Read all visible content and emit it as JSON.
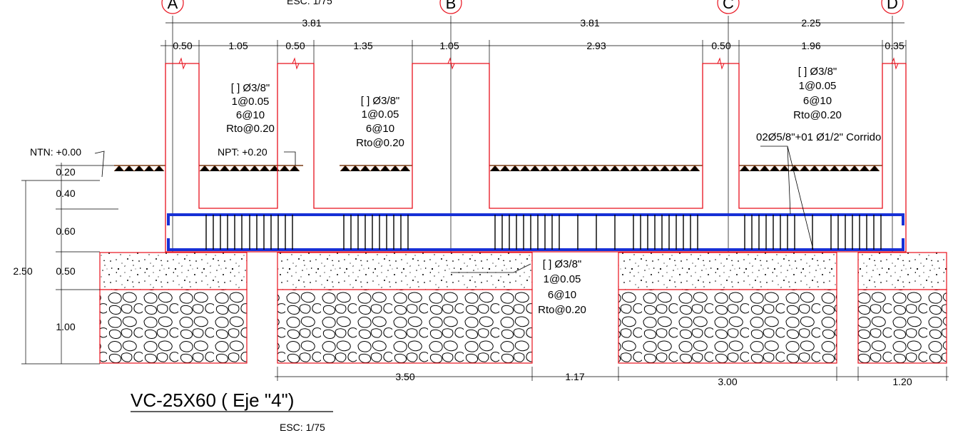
{
  "header": {
    "scale_top": "ESC: 1/75"
  },
  "axes": [
    "A",
    "B",
    "C",
    "D"
  ],
  "dims_top": [
    "3.81",
    "3.81",
    "2.25"
  ],
  "dims_second": [
    "0.50",
    "1.05",
    "0.50",
    "1.35",
    "1.05",
    "2.93",
    "0.50",
    "1.96",
    "0.35"
  ],
  "levels": {
    "ntn": "NTN: +0.00",
    "npt": "NPT: +0.20"
  },
  "left_dims": [
    "0.20",
    "0.40",
    "0.60",
    "0.50",
    "1.00"
  ],
  "total_height": "2.50",
  "stirrup_note": [
    "[ ] Ø3/8\"",
    "1@0.05",
    "6@10",
    "Rto@0.20"
  ],
  "long_rebar": "02Ø5/8\"+01 Ø1/2\" Corrido",
  "bottom_dims": [
    "3.50",
    "1.17",
    "3.00",
    "1.20"
  ],
  "title": "VC-25X60 ( Eje \"4\")",
  "scale_bottom": "ESC: 1/75",
  "colors": {
    "outline": "#e8101c",
    "beam": "#1730d6",
    "ground": "#7a3b14",
    "ink": "#000000"
  }
}
